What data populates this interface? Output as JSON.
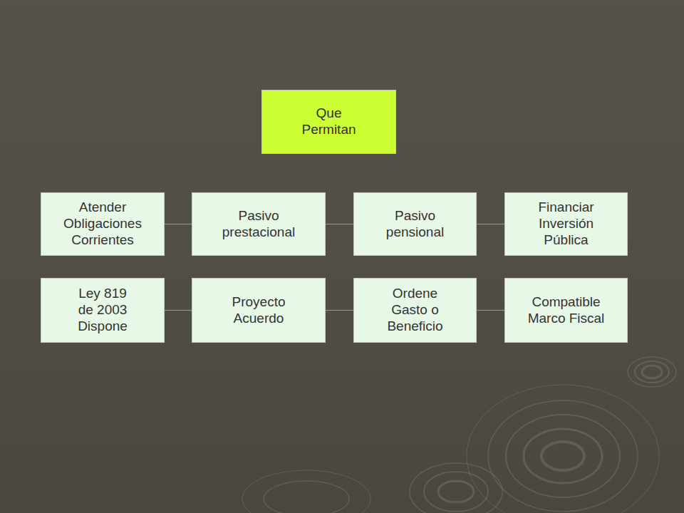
{
  "diagram": {
    "nodes": [
      {
        "text": [
          "Que Permitan"
        ]
      },
      {
        "text": [
          "Atender Obligaciones Corrientes"
        ]
      },
      {
        "text": [
          "Pasivo prestacional"
        ]
      },
      {
        "text": [
          "Pasivo pensional"
        ]
      },
      {
        "text": [
          "Financiar Inversión Pública"
        ]
      },
      {
        "text": [
          "Ley 819 de 2003 Dispone"
        ]
      },
      {
        "text": [
          "Proyecto Acuerdo"
        ]
      },
      {
        "text": [
          "Ordene Gasto o Beneficio"
        ]
      },
      {
        "text": [
          "Compatible Marco Fiscal"
        ]
      }
    ],
    "edges": [
      {
        "from": 1,
        "to": 2,
        "arrow": "none"
      },
      {
        "from": 2,
        "to": 3,
        "arrow": "none"
      },
      {
        "from": 3,
        "to": 4,
        "arrow": "none"
      },
      {
        "from": 5,
        "to": 6,
        "arrow": "none"
      },
      {
        "from": 6,
        "to": 7,
        "arrow": "none"
      },
      {
        "from": 7,
        "to": 8,
        "arrow": "none"
      }
    ]
  }
}
